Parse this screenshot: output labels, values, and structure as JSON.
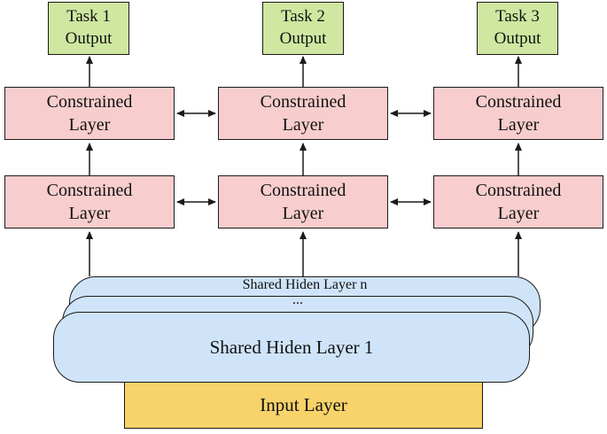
{
  "outputs": [
    {
      "label": "Task 1\nOutput"
    },
    {
      "label": "Task 2\nOutput"
    },
    {
      "label": "Task 3\nOutput"
    }
  ],
  "constrained_rows": [
    [
      {
        "label": "Constrained\nLayer"
      },
      {
        "label": "Constrained\nLayer"
      },
      {
        "label": "Constrained\nLayer"
      }
    ],
    [
      {
        "label": "Constrained\nLayer"
      },
      {
        "label": "Constrained\nLayer"
      },
      {
        "label": "Constrained\nLayer"
      }
    ]
  ],
  "shared": {
    "top_label": "Shared Hiden Layer n",
    "ellipsis": "...",
    "front_label": "Shared Hiden Layer 1"
  },
  "input": {
    "label": "Input Layer"
  },
  "colors": {
    "output_fill": "#cfe7a0",
    "constrained_fill": "#f8cdcd",
    "shared_fill": "#cfe4f8",
    "input_fill": "#f8d36a",
    "stroke": "#1a1a1a"
  }
}
